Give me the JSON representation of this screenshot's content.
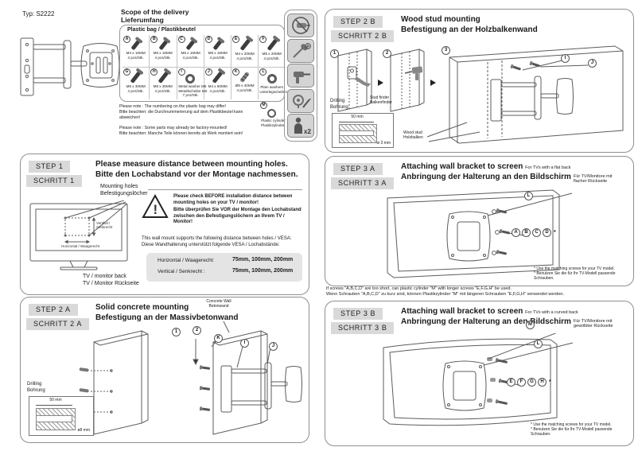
{
  "doc": {
    "type_label": "Typ: S2222"
  },
  "colors": {
    "badge_bg": "#d9d9d9",
    "panel_border": "#8f8f8f",
    "vesa_box_bg": "#e4e4e4"
  },
  "delivery": {
    "title_en": "Scope of the delivery",
    "title_de": "Lieferumfang",
    "bag_title": "Plastic bag / Plastikbeutel",
    "parts": [
      {
        "id": "A",
        "line1": "M4 x 16MM",
        "line2": "4 pcs/Stk."
      },
      {
        "id": "B",
        "line1": "M5 x 16MM",
        "line2": "4 pcs/Stk."
      },
      {
        "id": "C",
        "line1": "M6 x 16MM",
        "line2": "4 pcs/Stk."
      },
      {
        "id": "D",
        "line1": "M8 x 16MM",
        "line2": "4 pcs/Stk."
      },
      {
        "id": "E",
        "line1": "M4 x 20MM",
        "line2": "4 pcs/Stk."
      },
      {
        "id": "F",
        "line1": "M5 x 20MM",
        "line2": "4 pcs/Stk."
      },
      {
        "id": "G",
        "line1": "M6 x 30MM",
        "line2": "4 pcs/Stk."
      },
      {
        "id": "H",
        "line1": "M8 x 30MM",
        "line2": "4 pcs/Stk."
      },
      {
        "id": "I",
        "line1": "Metal washer M6",
        "line2": "Metallscheibe M6",
        "line3": "7 pcs/Stk."
      },
      {
        "id": "J",
        "line1": "M4 x 50MM",
        "line2": "4 pcs/Stk."
      },
      {
        "id": "K",
        "line1": "Ø8 x 40MM",
        "line2": "4 pcs/Stk."
      },
      {
        "id": "L",
        "line1": "Plain washers",
        "line2": "Unterlegscheiben"
      },
      {
        "id": "M",
        "line1": "Plastic cylinder",
        "line2": "Plastikzylinder"
      }
    ],
    "note1_en": "Please note : The numbering on the plastic bag may differ!",
    "note1_de": "Bitte beachten: die Durchnummerierung auf dem Plastikbeutel kann abweichen!",
    "note2_en": "Please note : Some parts may already be factory-mounted!",
    "note2_de": "Bitte beachten: Manche Teile können bereits ab Werk montiert sein!",
    "tool_icons": [
      "no-power-screwdriver-icon",
      "screwdriver-icon",
      "drill-icon",
      "tape-measure-pencil-icon",
      "two-persons-icon"
    ],
    "persons_label": "x2"
  },
  "step1": {
    "badge_en": "STEP  1",
    "badge_de": "SCHRITT 1",
    "title_en": "Please measure distance between mounting holes.",
    "title_de": "Bitte den Lochabstand vor der Montage nachmessen.",
    "holes_en": "Mounting holes",
    "holes_de": "Befestigungslöcher",
    "tv_vert1": "Vertikal /",
    "tv_vert2": "Senkrecht",
    "tv_horiz": "Horizontal / Waagerecht",
    "tv_back_en": "TV / monitor back",
    "tv_back_de": "TV / Monitor Rückseite",
    "warn_en": "Please check BEFORE installation distance between mounting holes on your TV / monitor!",
    "warn_de": "Bitte überprüfen Sie VOR der Montage den Lochabstand zwischen den Befestigungslöchern an Ihrem TV / Monitor!",
    "vesa_en": "This wall mount supports the following distance between holes / VESA:",
    "vesa_de": "Diese Wandhalterung unterstützt folgende VESA / Lochabstände:",
    "vesa_rows": [
      {
        "label": "Horizontal / Waagerecht:",
        "value": "75mm, 100mm, 200mm"
      },
      {
        "label": "Vertical / Senkrecht :",
        "value": "75mm, 100mm, 200mm"
      }
    ]
  },
  "step2a": {
    "badge_en": "STEP  2 A",
    "badge_de": "SCHRITT 2 A",
    "title_en": "Solid concrete mounting",
    "title_de": "Befestigung an der Massivbetonwand",
    "wall_en": "Concrete Wall",
    "wall_de": "Betonwand",
    "drill_en": "Drilling",
    "drill_de": "Bohrung",
    "depth": "50 mm",
    "diameter": "ø8 mm",
    "nums": [
      "1",
      "2"
    ],
    "callouts": [
      "K",
      "I",
      "J"
    ]
  },
  "step2b": {
    "badge_en": "STEP  2 B",
    "badge_de": "SCHRITT 2 B",
    "title_en": "Wood stud mounting",
    "title_de": "Befestigung an der Holzbalkenwand",
    "studfinder_en": "Stud finder",
    "studfinder_de": "Balkenfinder",
    "woodstud_en": "Wood stud",
    "woodstud_de": "Holzbalken",
    "drill_en": "Drilling",
    "drill_de": "Bohrung",
    "depth": "50 mm",
    "diameter": "ø 3 mm",
    "nums": [
      "1",
      "2",
      "3"
    ],
    "callouts": [
      "I",
      "J"
    ]
  },
  "step3a": {
    "badge_en": "STEP  3 A",
    "badge_de": "SCHRITT 3 A",
    "title_en": "Attaching wall bracket to screen",
    "title_note_en": "For TVs with a flat back",
    "title_de": "Anbringung der Halterung an den Bildschirm",
    "title_note_de1": "Für TV/Monitore mit",
    "title_note_de2": "flacher Rückseite",
    "screws": [
      "A",
      "B",
      "C",
      "D"
    ],
    "screws_star": "*",
    "washer": "L",
    "foot_en": "* Use the matching screws for your TV model.",
    "foot_de": "* Benutzen Sie die für Ihr TV-Modell passende Schrauben."
  },
  "between_note": {
    "line_en": "If screws \"A,B,C,D\" are too short, can plastic cylinder \"M\" with longer screws \"E,F,G,H\" be used.",
    "line_de": "Wenn Schrauben  \"A,B,C,D\" zu kurz sind,  können Plastikzylinder \"M\" mit längeren Schrauben \"E,F,G,H\" verwendet werden."
  },
  "step3b": {
    "badge_en": "STEP  3 B",
    "badge_de": "SCHRITT 3 B",
    "title_en": "Attaching wall bracket to screen",
    "title_note_en": "For TVs with a curved back",
    "title_de": "Anbringung der Halterung an den Bildschirm",
    "title_note_de1": "Für TV/Monitore mit",
    "title_note_de2": "gewölbter Rückseite",
    "screws": [
      "E",
      "F",
      "G",
      "H"
    ],
    "screws_star": "*",
    "cylinder": "M",
    "washer": "L",
    "foot_en": "* Use the matching screws for your TV model.",
    "foot_de": "* Benutzen Sie die für Ihr TV-Modell passende Schrauben."
  }
}
